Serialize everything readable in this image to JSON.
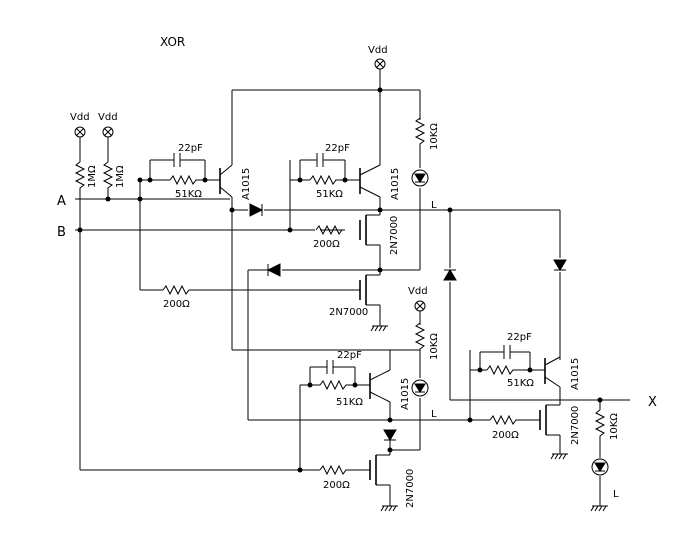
{
  "title": "XOR",
  "inputs": {
    "a": "A",
    "b": "B"
  },
  "output": "X",
  "supply": "Vdd",
  "labels": {
    "r_1m": "1MΩ",
    "r_51k": "51KΩ",
    "r_200": "200Ω",
    "r_10k": "10KΩ",
    "cap": "22pF",
    "pnp": "A1015",
    "nmos": "2N7000",
    "led": "L"
  },
  "colors": {
    "ink": "#000000",
    "paper": "#ffffff"
  }
}
